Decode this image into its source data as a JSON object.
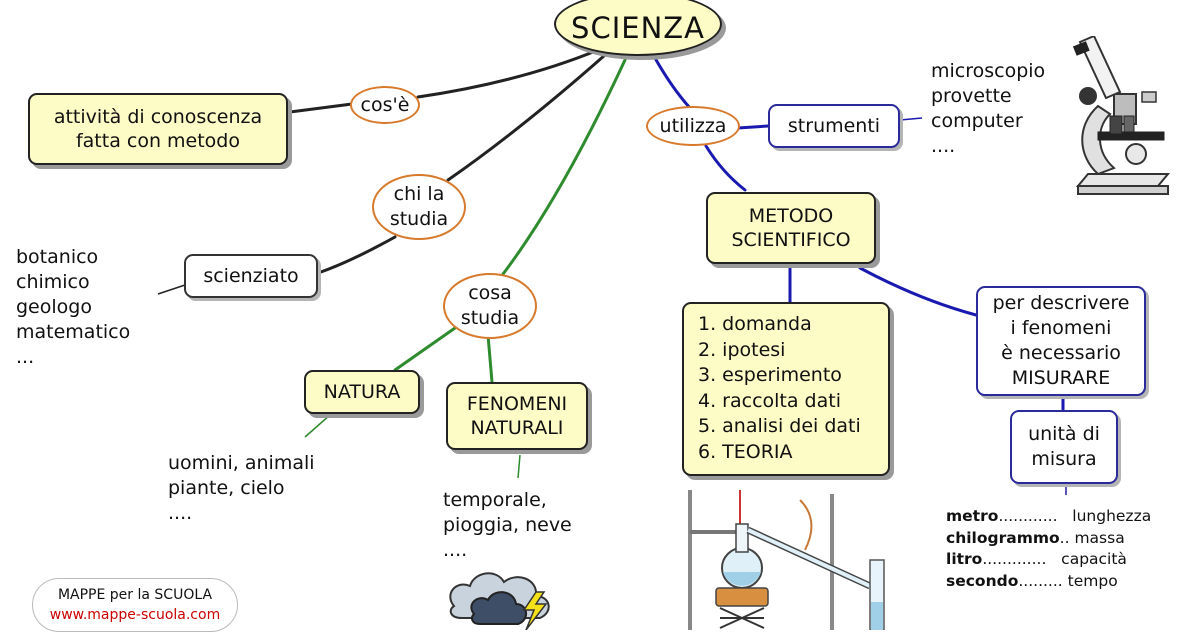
{
  "title": "SCIENZA",
  "colors": {
    "box_fill": "#fdfbc6",
    "oval_border": "#d77a2d",
    "line_black": "#222222",
    "line_green": "#2e8b2e",
    "line_blue": "#1a1ab0",
    "brand_red": "#cc0000"
  },
  "links": {
    "cos_e": "cos'è",
    "chi_studia": "chi la\nstudia",
    "cosa_studia": "cosa\nstudia",
    "utilizza": "utilizza"
  },
  "boxes": {
    "definition": "attività di conoscenza\nfatta con metodo",
    "scienziato": "scienziato",
    "natura": "NATURA",
    "fenomeni_naturali": "FENOMENI\nNATURALI",
    "strumenti": "strumenti",
    "metodo": "METODO\nSCIENTIFICO",
    "misurare": "per descrivere\ni fenomeni\nè necessario\nMISURARE",
    "unita": "unità di\nmisura"
  },
  "lists": {
    "scienziati": "botanico\nchimico\ngeologo\nmatematico\n...",
    "natura": "uomini, animali\npiante, cielo\n....",
    "fenomeni": "temporale,\npioggia, neve\n....",
    "strumenti": "microscopio\nprovette\ncomputer\n...."
  },
  "method_steps": [
    "1. domanda",
    "2. ipotesi",
    "3. esperimento",
    "4. raccolta dati",
    "5. analisi dei dati",
    "6. TEORIA"
  ],
  "units": [
    {
      "unit": "metro",
      "dots": "............",
      "quantity": "lunghezza"
    },
    {
      "unit": "chilogrammo",
      "dots": "..",
      "quantity": "massa"
    },
    {
      "unit": "litro",
      "dots": ".............",
      "quantity": "capacità"
    },
    {
      "unit": "secondo",
      "dots": ".........",
      "quantity": "tempo"
    }
  ],
  "brand": {
    "name": "MAPPE per la SCUOLA",
    "url": "www.mappe-scuola.com"
  },
  "icons": {
    "microscope": "microscope-icon",
    "lab_apparatus": "distillation-apparatus-icon",
    "storm": "storm-cloud-icon"
  }
}
